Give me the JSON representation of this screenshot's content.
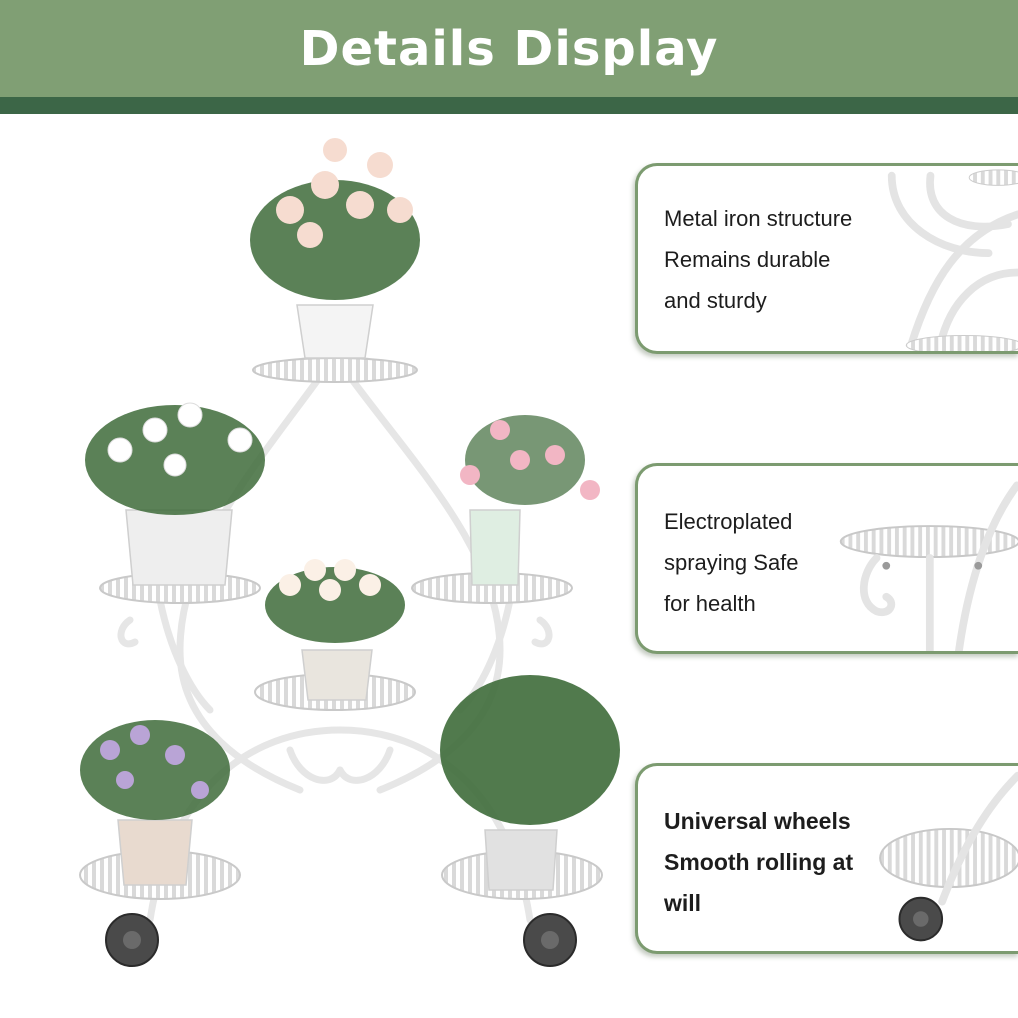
{
  "banner": {
    "title": "Details Display"
  },
  "callouts": [
    {
      "lines": [
        "Metal iron structure",
        "Remains durable",
        "and sturdy"
      ],
      "detail_icon": "stand-top-detail"
    },
    {
      "lines": [
        "Electroplated",
        "spraying Safe",
        "for health"
      ],
      "detail_icon": "tray-bracket-detail"
    },
    {
      "lines": [
        "Universal wheels",
        "Smooth rolling at",
        "will"
      ],
      "detail_icon": "wheel-detail"
    }
  ],
  "colors": {
    "banner": "#809f74",
    "banner_strip": "#3c6647",
    "callout_border": "#7c9b70"
  }
}
